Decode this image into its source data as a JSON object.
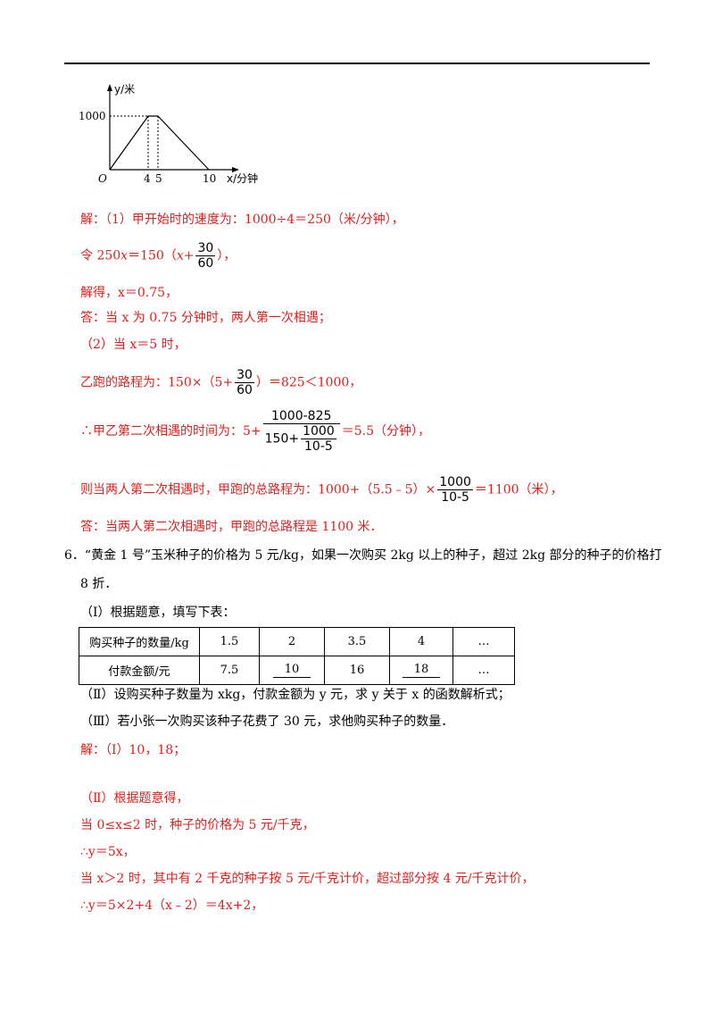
{
  "graph": {
    "y_label": "y/米",
    "x_label": "x/分钟",
    "origin_label": "O",
    "y_tick": "1000",
    "x_ticks": [
      "4",
      "5",
      "10"
    ]
  },
  "solution1": {
    "line1": "解：（1）甲开始时的速度为：1000÷4＝250（米/分钟），",
    "line2_pre": "令 250",
    "line2_var": "x",
    "line2_mid": "＝150（",
    "line2_var2": "x",
    "line2_plus": "+",
    "line2_frac_num": "30",
    "line2_frac_den": "60",
    "line2_post": "），",
    "line3": "解得，x＝0.75，",
    "line4": "答：当 x 为 0.75 分钟时，两人第一次相遇；",
    "line5": "（2）当 x＝5 时，",
    "line6_pre": "乙跑的路程为：150×（5+",
    "line6_frac_num": "30",
    "line6_frac_den": "60",
    "line6_post": "）＝825＜1000，",
    "line7_pre": "∴甲乙第二次相遇的时间为：5+",
    "line7_frac_num": "1000-825",
    "line7_den_pre": "150+",
    "line7_den_frac_num": "1000",
    "line7_den_frac_den": "10-5",
    "line7_post": "＝5.5（分钟），",
    "line8_pre": "则当两人第二次相遇时，甲跑的总路程为：1000+（5.5﹣5）×",
    "line8_frac_num": "1000",
    "line8_frac_den": "10-5",
    "line8_post": "＝1100（米），",
    "line9": "答：当两人第二次相遇时，甲跑的总路程是 1100 米．"
  },
  "problem6": {
    "line1": "6．“黄金 1 号”玉米种子的价格为 5 元/kg，如果一次购买 2kg 以上的种子，超过 2kg 部分的种子的价格打",
    "line2": "8 折．",
    "part1": "（Ⅰ）根据题意，填写下表：",
    "table": {
      "row1": [
        "购买种子的数量/kg",
        "1.5",
        "2",
        "3.5",
        "4",
        "…"
      ],
      "row2": [
        "付款金额/元",
        "7.5",
        "10",
        "16",
        "18",
        "…"
      ]
    },
    "part2": "（Ⅱ）设购买种子数量为 xkg，付款金额为 y 元，求 y 关于 x 的函数解析式；",
    "part3": "（Ⅲ）若小张一次购买该种子花费了 30 元，求他购买种子的数量．"
  },
  "solution2": {
    "line1": "解：（Ⅰ）10，18；",
    "line2": "（Ⅱ）根据题意得，",
    "line3": "当 0≤x≤2 时，种子的价格为 5 元/千克，",
    "line4": "∴y＝5x，",
    "line5": "当 x＞2 时，其中有 2 千克的种子按 5 元/千克计价，超过部分按 4 元/千克计价，",
    "line6": "∴y＝5×2+4（x﹣2）＝4x+2，"
  }
}
